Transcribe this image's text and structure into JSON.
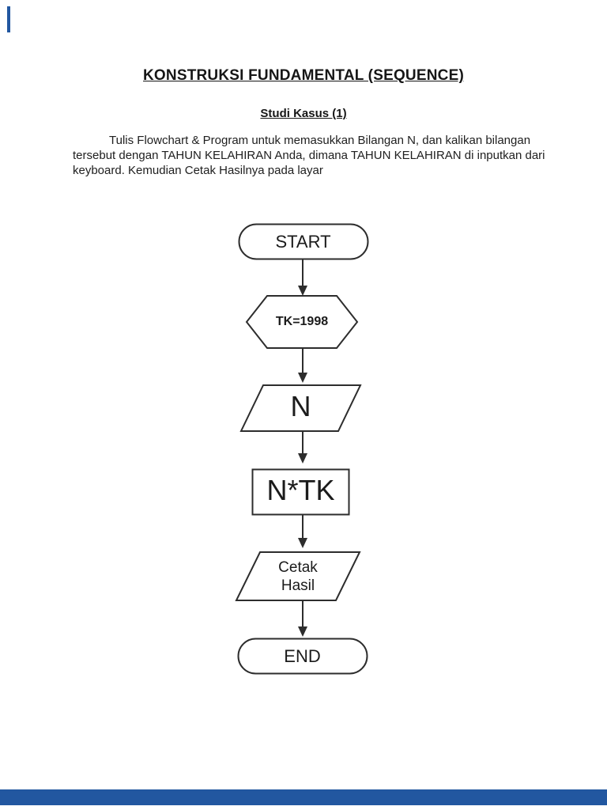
{
  "document": {
    "title": "KONSTRUKSI FUNDAMENTAL (SEQUENCE)",
    "subtitle": "Studi Kasus (1)",
    "paragraph_lines": [
      "Tulis Flowchart & Program untuk memasukkan Bilangan N, dan kalikan bilangan",
      "tersebut dengan TAHUN KELAHIRAN Anda, dimana TAHUN KELAHIRAN di inputkan dari",
      "keyboard. Kemudian Cetak Hasilnya pada layar"
    ]
  },
  "flowchart": {
    "nodes": {
      "start": {
        "type": "terminator",
        "label": "START"
      },
      "preparation": {
        "type": "hexagon",
        "label": "TK=1998"
      },
      "input": {
        "type": "parallelogram",
        "label": "N"
      },
      "process": {
        "type": "rectangle",
        "label": "N*TK"
      },
      "output": {
        "type": "parallelogram",
        "lines": [
          "Cetak",
          "Hasil"
        ]
      },
      "end": {
        "type": "terminator",
        "label": "END"
      }
    },
    "flow_order": [
      "start",
      "preparation",
      "input",
      "process",
      "output",
      "end"
    ]
  },
  "colors": {
    "page_background": "#ffffff",
    "ink": "#1f1f1f",
    "shape_border": "#2d2d2d",
    "separator_blue": "#2257a0"
  }
}
